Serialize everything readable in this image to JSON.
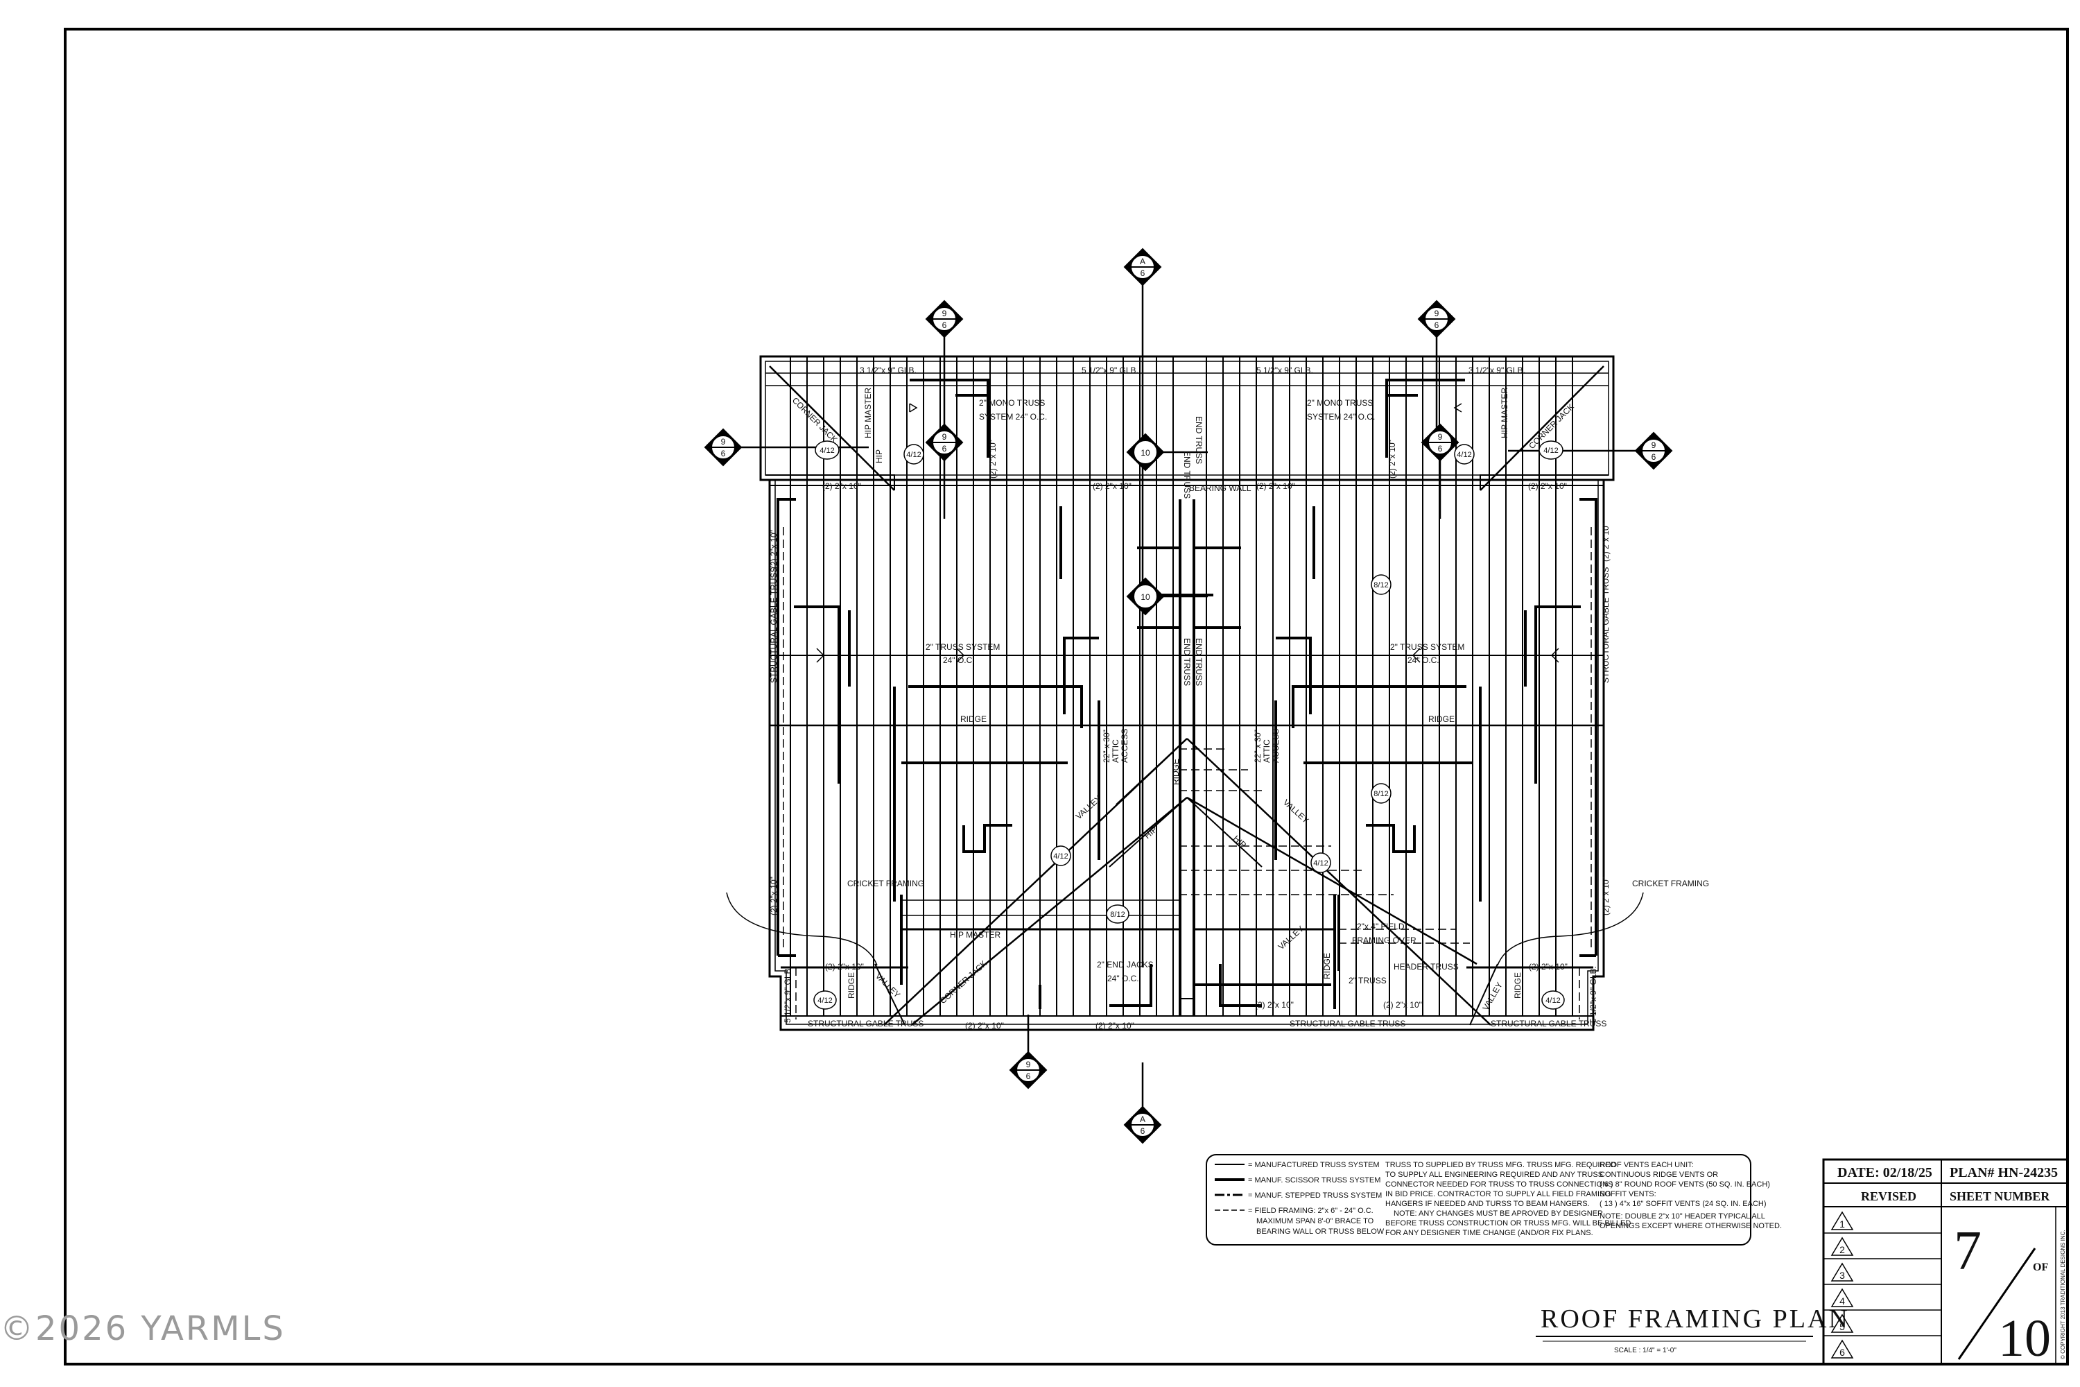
{
  "title_block": {
    "date_label": "DATE: 02/18/25",
    "plan_label": "PLAN# HN-24235",
    "revised_label": "REVISED",
    "sheet_label": "SHEET NUMBER",
    "revisions": [
      "1",
      "2",
      "3",
      "4",
      "5",
      "6"
    ],
    "sheet_number": "7",
    "sheet_of": "OF",
    "sheet_total": "10",
    "copyright": "© COPYRIGHT 2013 TRADITIONAL DESIGNS INC."
  },
  "drawing_title": {
    "title": "ROOF FRAMING PLAN",
    "scale": "SCALE : 1/4\" = 1'-0\""
  },
  "legend": {
    "items": [
      "= MANUFACTURED TRUSS SYSTEM",
      "= MANUF. SCISSOR TRUSS SYSTEM",
      "= MANUF. STEPPED TRUSS SYSTEM",
      "= FIELD FRAMING: 2\"x 6\" - 24\" O.C.",
      "MAXIMUM SPAN 8'-0\" BRACE TO",
      "BEARING WALL OR TRUSS BELOW"
    ],
    "notes": [
      "TRUSS TO SUPPLIED BY TRUSS MFG. TRUSS MFG. REQUIRED",
      "TO SUPPLY ALL ENGINEERING REQUIRED AND ANY TRUSS",
      "CONNECTOR NEEDED FOR TRUSS TO TRUSS CONNECTIONS",
      "IN BID PRICE. CONTRACTOR TO SUPPLY ALL FIELD FRAMING",
      "HANGERS IF NEEDED AND TURSS TO BEAM HANGERS.",
      "NOTE: ANY CHANGES MUST BE APROVED BY DESIGNER",
      "BEFORE TRUSS CONSTRUCTION OR TRUSS MFG. WILL BE BILLED",
      "FOR ANY DESIGNER TIME CHANGE (AND/OR FIX PLANS."
    ],
    "vents": [
      "ROOF VENTS EACH UNIT:",
      "CONTINUOUS RIDGE VENTS OR",
      "( 6 ) 8\" ROUND ROOF VENTS (50 SQ. IN. EACH)",
      "SOFFIT VENTS:",
      "( 13 ) 4\"x 16\" SOFFIT VENTS (24 SQ. IN. EACH)",
      "NOTE: DOUBLE 2\"x 10\" HEADER TYPICAL ALL",
      "OPENINGS EXCEPT WHERE OTHERWISE NOTED."
    ]
  },
  "plan_labels": {
    "glb_left_outer": "3 1/2\"x 9\" GLB.",
    "glb_left_inner": "5 1/2\"x 9\" GLB.",
    "glb_right_inner": "5 1/2\"x 9\" GLB.",
    "glb_right_outer": "3 1/2\"x 9\" GLB.",
    "mono_left_1": "2\" MONO TRUSS",
    "mono_left_2": "SYSTEM 24\" O.C.",
    "mono_right_1": "2\" MONO TRUSS",
    "mono_right_2": "SYSTEM 24\" O.C.",
    "end_truss": "END TRUSS",
    "bearing_wall": "BEARING WALL",
    "hdr_2x10": "(2) 2\"x 10\"",
    "truss_left_1": "2\" TRUSS SYSTEM",
    "truss_left_2": "24\" O.C.",
    "truss_right_1": "2\" TRUSS SYSTEM",
    "truss_right_2": "24\" O.C.",
    "ridge": "RIDGE",
    "attic_1": "22\" x 30\"",
    "attic_2": "ATTIC",
    "attic_3": "ACCESS",
    "structural_gable": "STRUCTURAL GABLE TRUSS",
    "valley": "VALLEY",
    "hip": "HIP",
    "hip_master": "HIP MASTER",
    "corner_jack": "CORNER JACK",
    "cricket": "CRICKET FRAMING",
    "end_jacks_1": "2\" END JACKS",
    "end_jacks_2": "24\" O.C.",
    "field_1": "2\"x 4\" FIELD",
    "field_2": "FRAMING OVER",
    "header_truss": "HEADER TRUSS",
    "truss_2": "2\" TRUSS",
    "side_2x10": "(2) 2\"x 10\"",
    "side_512": "5 1/2\"x 9\" GLB.",
    "pitch_4": "4/12",
    "pitch_8": "8/12",
    "pitch_10": "10",
    "marker_9_top": "9",
    "marker_6_bot": "6",
    "marker_A": "A"
  },
  "watermark": "©2026 YARMLS"
}
